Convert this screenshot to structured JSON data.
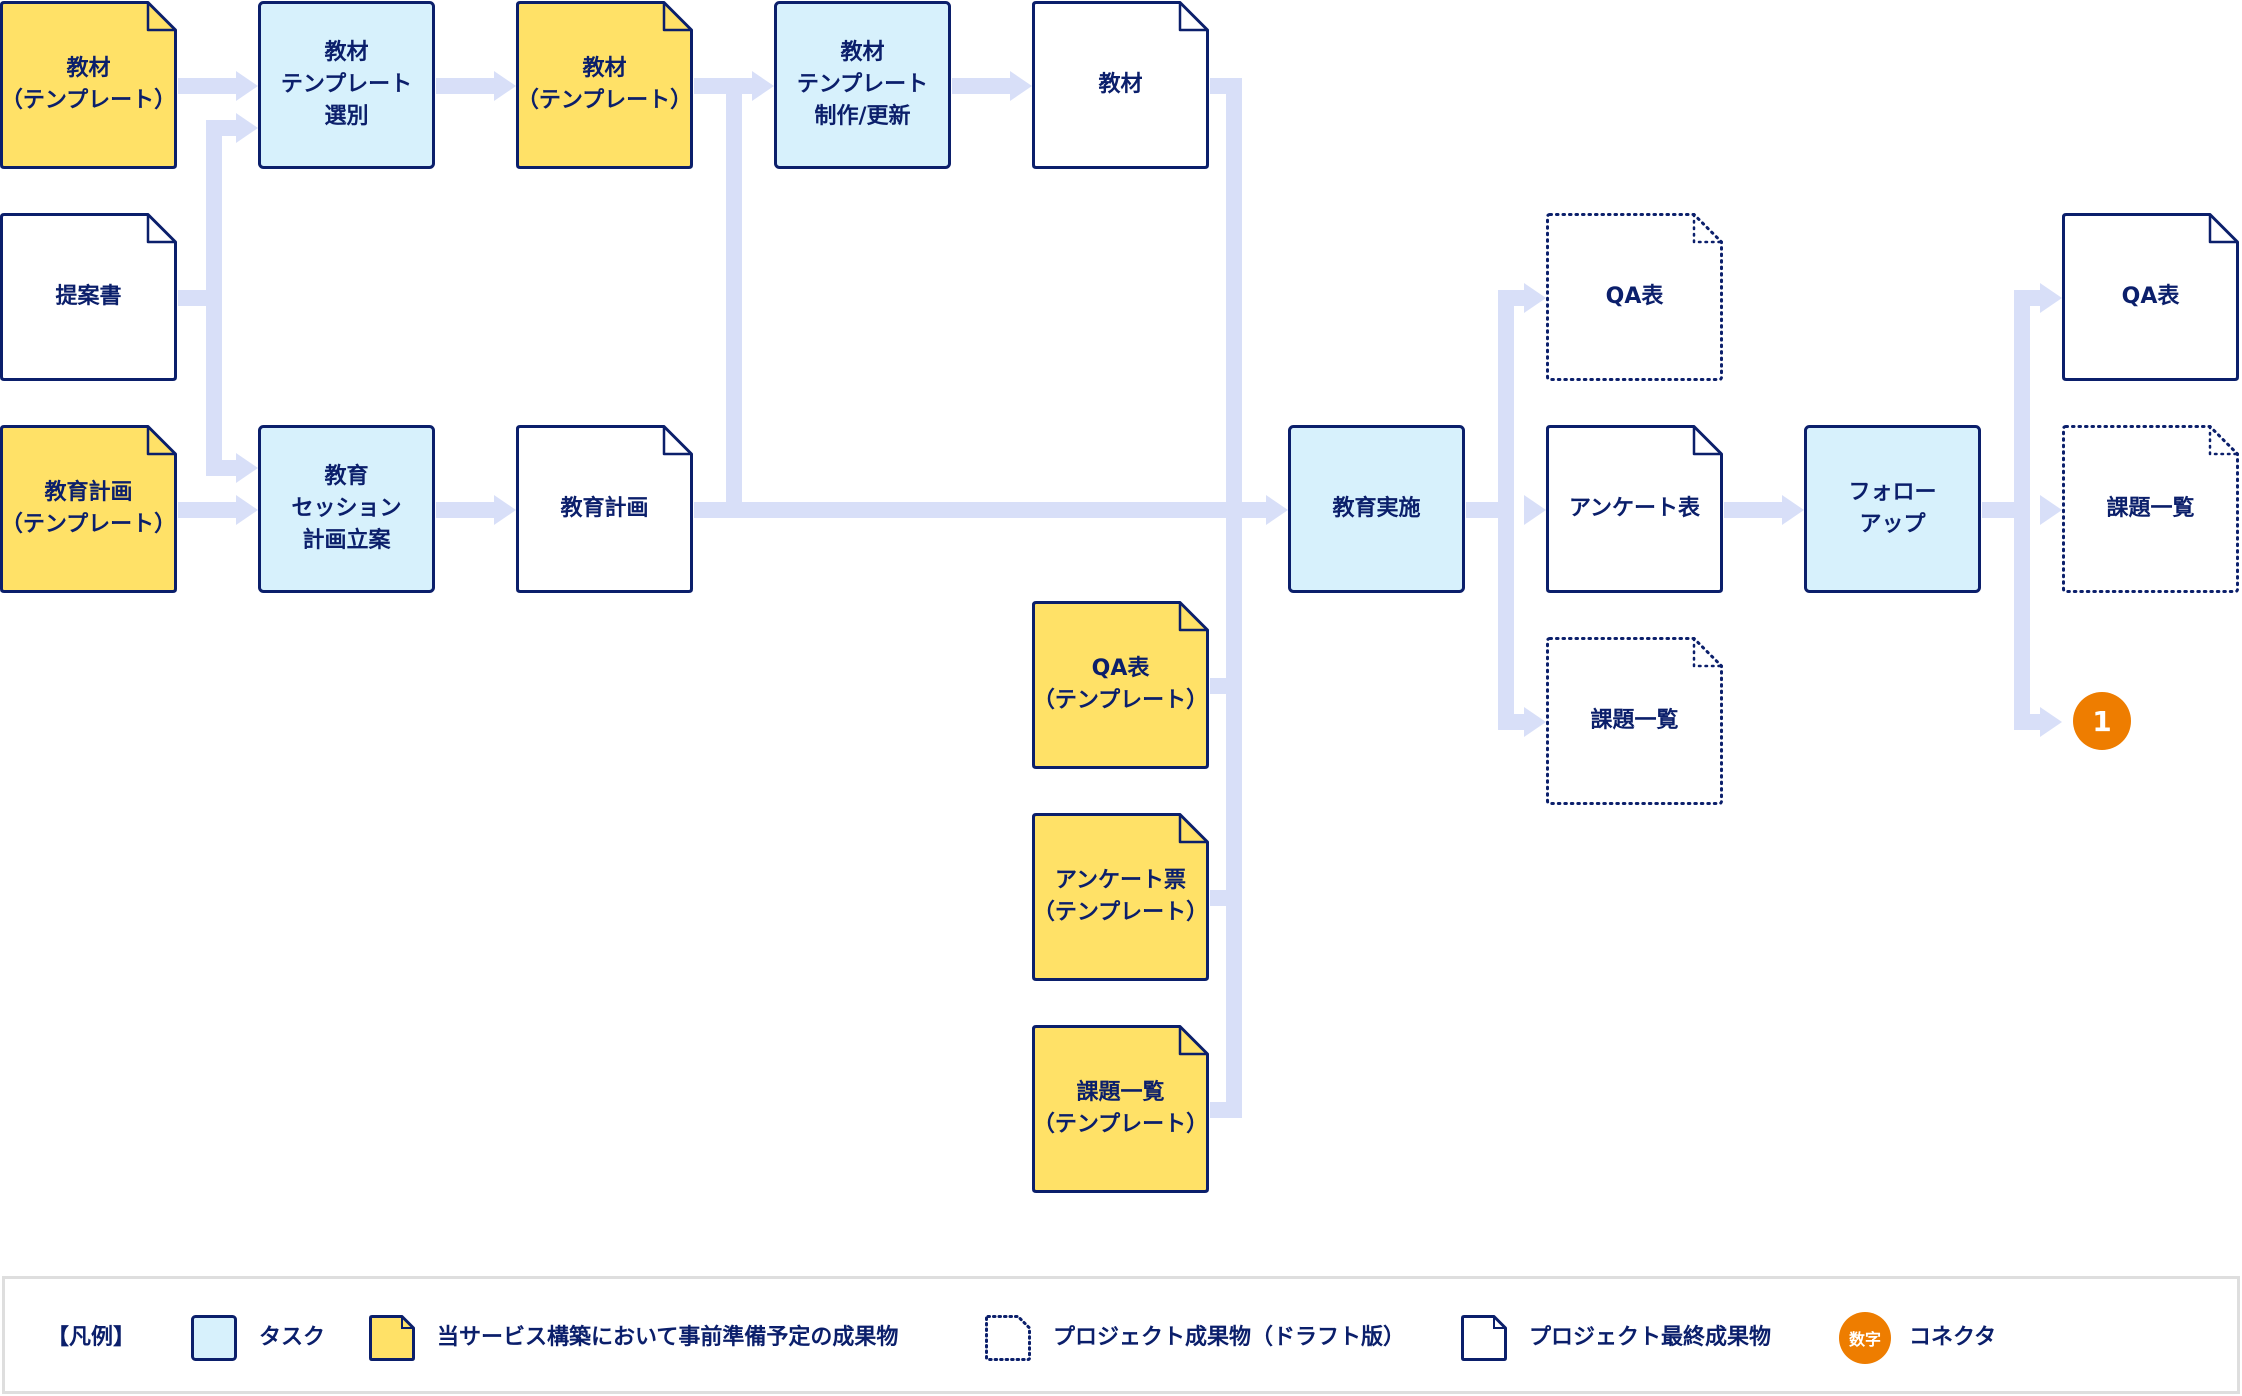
{
  "nodes": {
    "kyozai_template_1": {
      "label": "教材\n（テンプレート）",
      "type": "prepared"
    },
    "kyozai_template_select": {
      "label": "教材\nテンプレート\n選別",
      "type": "task"
    },
    "kyozai_template_2": {
      "label": "教材\n（テンプレート）",
      "type": "prepared"
    },
    "kyozai_template_create": {
      "label": "教材\nテンプレート\n制作/更新",
      "type": "task"
    },
    "kyozai": {
      "label": "教材",
      "type": "final"
    },
    "teiansho": {
      "label": "提案書",
      "type": "final"
    },
    "kyoiku_keikaku_template": {
      "label": "教育計画\n（テンプレート）",
      "type": "prepared"
    },
    "session_plan": {
      "label": "教育\nセッション\n計画立案",
      "type": "task"
    },
    "kyoiku_keikaku": {
      "label": "教育計画",
      "type": "final"
    },
    "qa_template": {
      "label": "QA表\n（テンプレート）",
      "type": "prepared"
    },
    "enquete_template": {
      "label": "アンケート票\n（テンプレート）",
      "type": "prepared"
    },
    "kadai_template": {
      "label": "課題一覧\n（テンプレート）",
      "type": "prepared"
    },
    "kyoiku_jisshi": {
      "label": "教育実施",
      "type": "task"
    },
    "qa_draft": {
      "label": "QA表",
      "type": "draft"
    },
    "enquete": {
      "label": "アンケート表",
      "type": "final"
    },
    "kadai_draft": {
      "label": "課題一覧",
      "type": "draft"
    },
    "follow_up": {
      "label": "フォロー\nアップ",
      "type": "task"
    },
    "qa_final": {
      "label": "QA表",
      "type": "final"
    },
    "kadai_draft_2": {
      "label": "課題一覧",
      "type": "draft"
    }
  },
  "connector": {
    "label": "1"
  },
  "legend": {
    "title": "【凡例】",
    "items": [
      {
        "type": "task",
        "label": "タスク"
      },
      {
        "type": "prepared",
        "label": "当サービス構築において事前準備予定の成果物"
      },
      {
        "type": "draft",
        "label": "プロジェクト成果物（ドラフト版）"
      },
      {
        "type": "final",
        "label": "プロジェクト最終成果物"
      },
      {
        "type": "connector",
        "icon_text": "数字",
        "label": "コネクタ"
      }
    ]
  },
  "colors": {
    "navy": "#0b1f6b",
    "task_fill": "#d7f1fc",
    "prepared_fill": "#ffe167",
    "arrow": "#d8dff8",
    "connector": "#ee7d00"
  }
}
